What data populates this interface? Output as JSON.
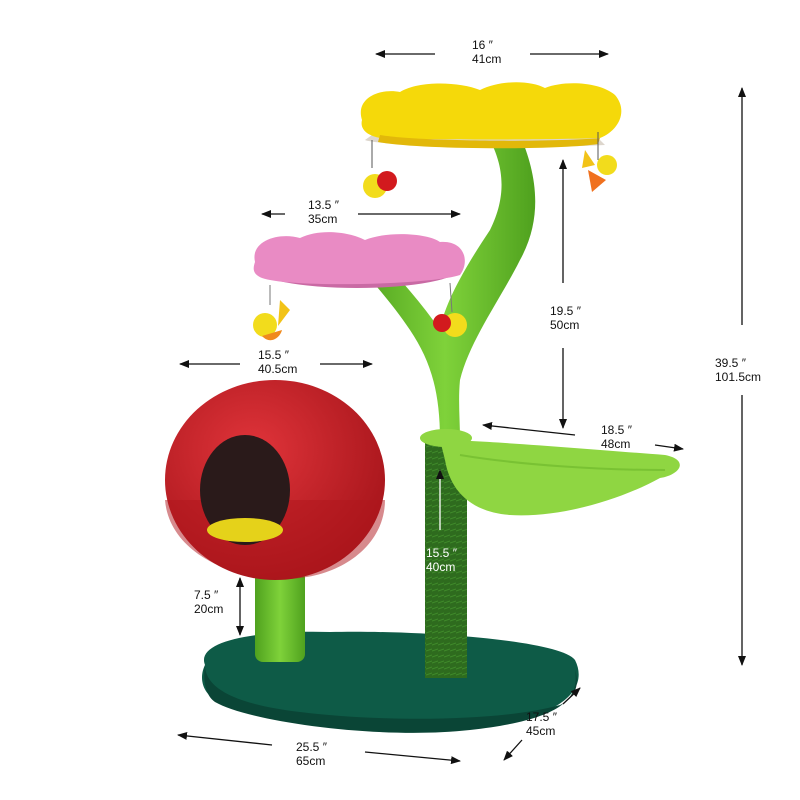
{
  "product": {
    "description": "Flower-themed cat tree with yellow top platform, pink middle platform, red pod house, green leaf hammock, sisal scratching post and dark green oval base",
    "colors": {
      "top_platform": "#F5D90A",
      "middle_platform": "#E98BC4",
      "house": "#C81E23",
      "house_bed": "#E5D21A",
      "stem": "#6DBE2C",
      "hammock": "#8FD642",
      "sisal_post": "#2E6B1E",
      "base": "#0E5B47",
      "arrow": "#111111"
    }
  },
  "dimensions": {
    "top_platform_width": {
      "inches": "16 ″",
      "cm": "41cm"
    },
    "middle_platform_width": {
      "inches": "13.5 ″",
      "cm": "35cm"
    },
    "top_to_hammock_height": {
      "inches": "19.5 ″",
      "cm": "50cm"
    },
    "total_height": {
      "inches": "39.5 ″",
      "cm": "101.5cm"
    },
    "house_width": {
      "inches": "15.5 ″",
      "cm": "40.5cm"
    },
    "hammock_width": {
      "inches": "18.5 ″",
      "cm": "48cm"
    },
    "scratching_post_height": {
      "inches": "15.5 ″",
      "cm": "40cm"
    },
    "house_post_height": {
      "inches": "7.5 ″",
      "cm": "20cm"
    },
    "base_length": {
      "inches": "25.5 ″",
      "cm": "65cm"
    },
    "base_depth": {
      "inches": "17.5 ″",
      "cm": "45cm"
    }
  }
}
